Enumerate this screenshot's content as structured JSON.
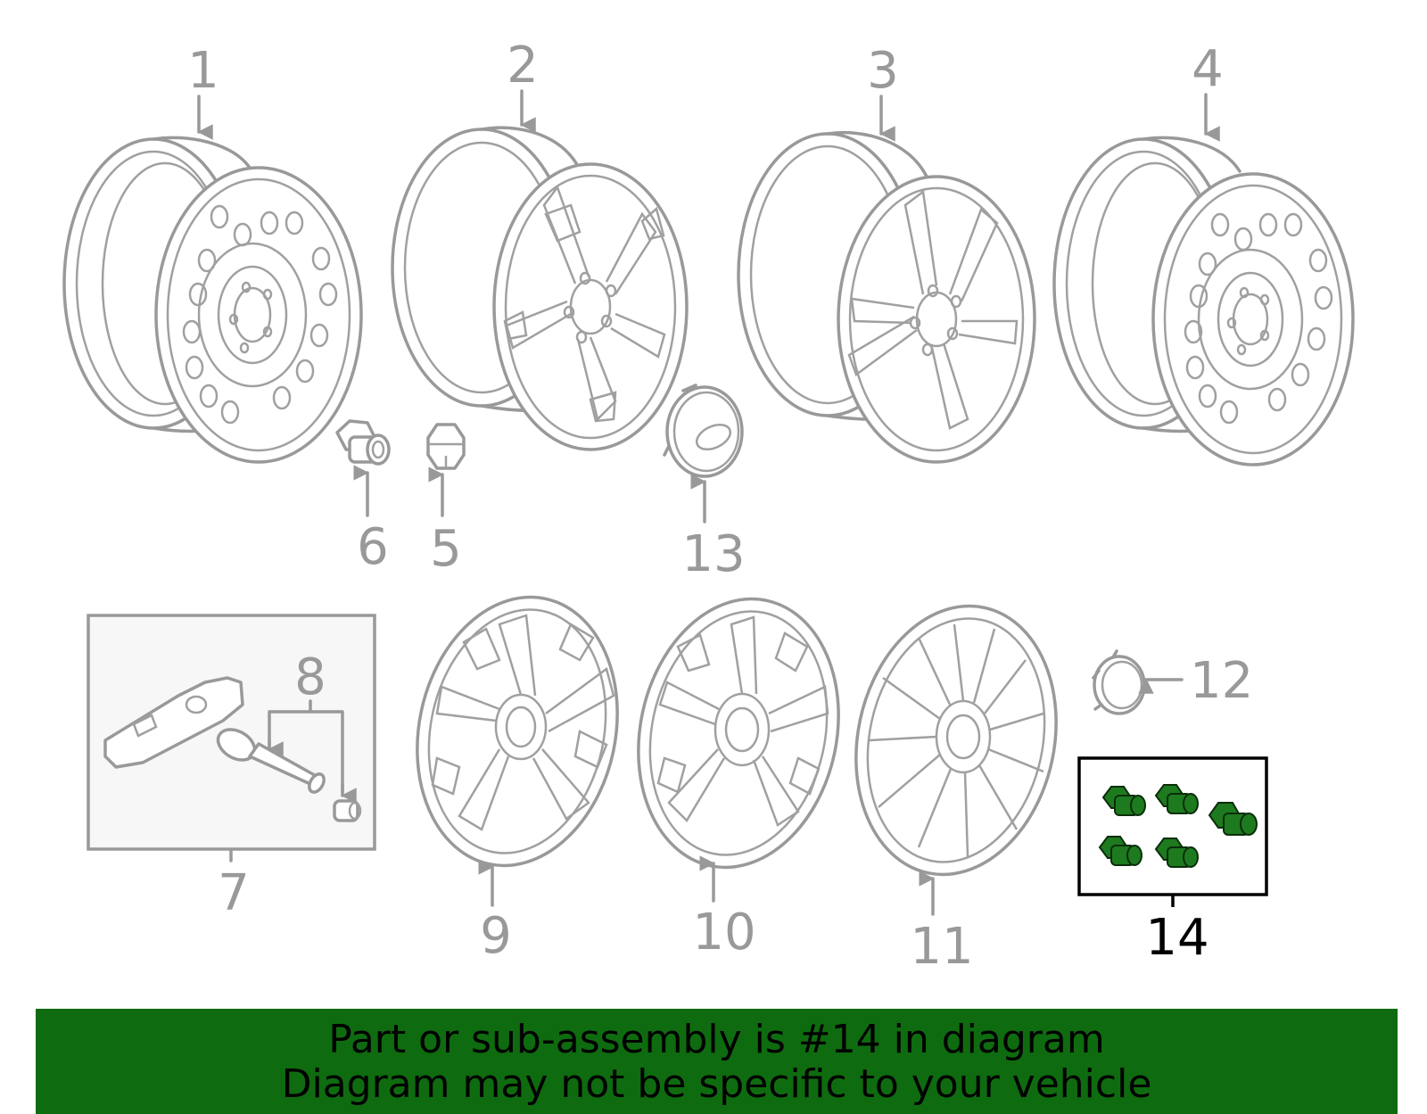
{
  "callouts": [
    {
      "id": "1",
      "label": "1"
    },
    {
      "id": "2",
      "label": "2"
    },
    {
      "id": "3",
      "label": "3"
    },
    {
      "id": "4",
      "label": "4"
    },
    {
      "id": "5",
      "label": "5"
    },
    {
      "id": "6",
      "label": "6"
    },
    {
      "id": "7",
      "label": "7"
    },
    {
      "id": "8",
      "label": "8"
    },
    {
      "id": "9",
      "label": "9"
    },
    {
      "id": "10",
      "label": "10"
    },
    {
      "id": "11",
      "label": "11"
    },
    {
      "id": "12",
      "label": "12"
    },
    {
      "id": "13",
      "label": "13"
    },
    {
      "id": "14",
      "label": "14"
    }
  ],
  "highlighted_part": "14",
  "colors": {
    "line": "#999999",
    "highlight_part": "#1e7a1e",
    "banner": "#0f6b0f",
    "banner_text": "#000000"
  },
  "banner": {
    "line1": "Part or sub-assembly is #14 in diagram",
    "line2": "Diagram may not be specific to your vehicle"
  }
}
